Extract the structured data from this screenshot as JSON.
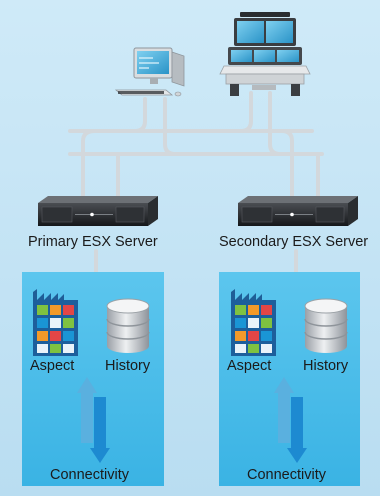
{
  "servers": {
    "primary": "Primary ESX Server",
    "secondary": "Secondary ESX Server"
  },
  "modules": {
    "left": {
      "aspect": "Aspect",
      "history": "History",
      "connectivity": "Connectivity"
    },
    "right": {
      "aspect": "Aspect",
      "history": "History",
      "connectivity": "Connectivity"
    }
  },
  "icons": [
    "desktop-workstation-icon",
    "operator-console-icon",
    "server-icon",
    "factory-icon",
    "database-icon",
    "connectivity-arrows-icon"
  ],
  "colors": {
    "background": "#c9e6f6",
    "module_panel": "#4dbde9",
    "network_line": "#d5d9dc",
    "label_text": "#1b1b1b",
    "arrow": "#1d8ad1"
  }
}
